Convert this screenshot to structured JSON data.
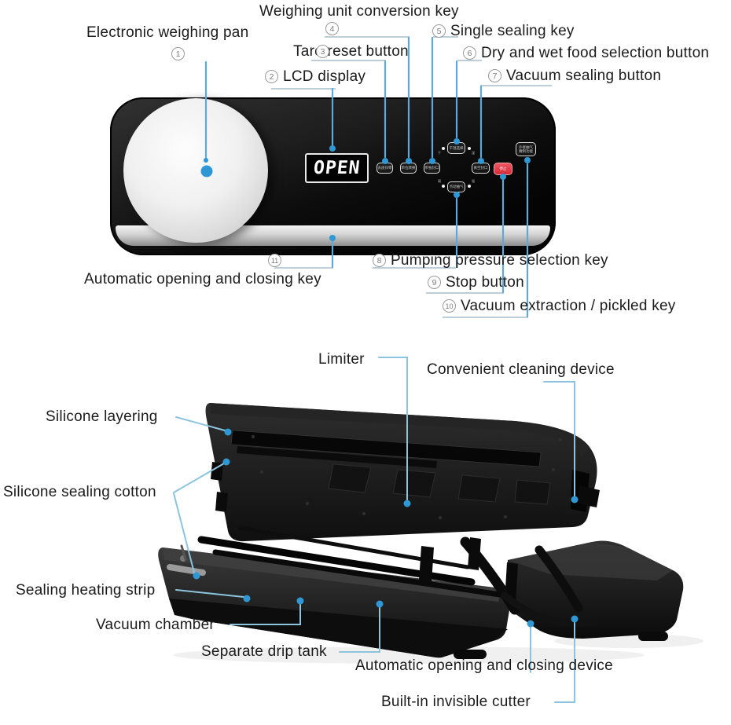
{
  "top_labels": [
    {
      "num": "1",
      "text": "Electronic weighing pan"
    },
    {
      "num": "2",
      "text": "LCD display"
    },
    {
      "num": "3",
      "text": "Tare reset button"
    },
    {
      "num": "4",
      "text": "Weighing unit conversion key"
    },
    {
      "num": "5",
      "text": "Single sealing key"
    },
    {
      "num": "6",
      "text": "Dry and wet food selection button"
    },
    {
      "num": "7",
      "text": "Vacuum sealing button"
    },
    {
      "num": "8",
      "text": "Pumping pressure selection key"
    },
    {
      "num": "9",
      "text": "Stop button"
    },
    {
      "num": "10",
      "text": "Vacuum extraction / pickled key"
    },
    {
      "num": "11",
      "text": "Automatic opening and closing key"
    }
  ],
  "bottom_labels": [
    {
      "text": "Limiter"
    },
    {
      "text": "Convenient cleaning device"
    },
    {
      "text": "Silicone layering"
    },
    {
      "text": "Silicone sealing cotton"
    },
    {
      "text": "Sealing heating strip"
    },
    {
      "text": "Vacuum chamber"
    },
    {
      "text": "Separate drip tank"
    },
    {
      "text": "Automatic opening and closing device"
    },
    {
      "text": "Built-in invisible cutter"
    }
  ],
  "device": {
    "lcd_text": "OPEN",
    "buttons": {
      "tare": "去皮归零",
      "unit": "单位转换",
      "single_seal": "单独封口",
      "dry_wet": "干湿选择",
      "dry_dot": "干",
      "wet_dot": "湿",
      "vacuum_seal": "真空封口",
      "stop": "停止",
      "external_line1": "外接抽气",
      "external_line2": "腌制功能",
      "pumping": "点动抽气",
      "pump_dot_left": "弱",
      "pump_dot_right": "强"
    }
  },
  "colors": {
    "leader_blue": "#5fa9da",
    "leader_rail": "#bccfd8",
    "leader_light": "#8cc4e0",
    "callout_dot": "#2f98d4",
    "stop_button_red": "#dd3742",
    "device_black": "#0c0c0c",
    "label_text": "#1b1b1b"
  }
}
